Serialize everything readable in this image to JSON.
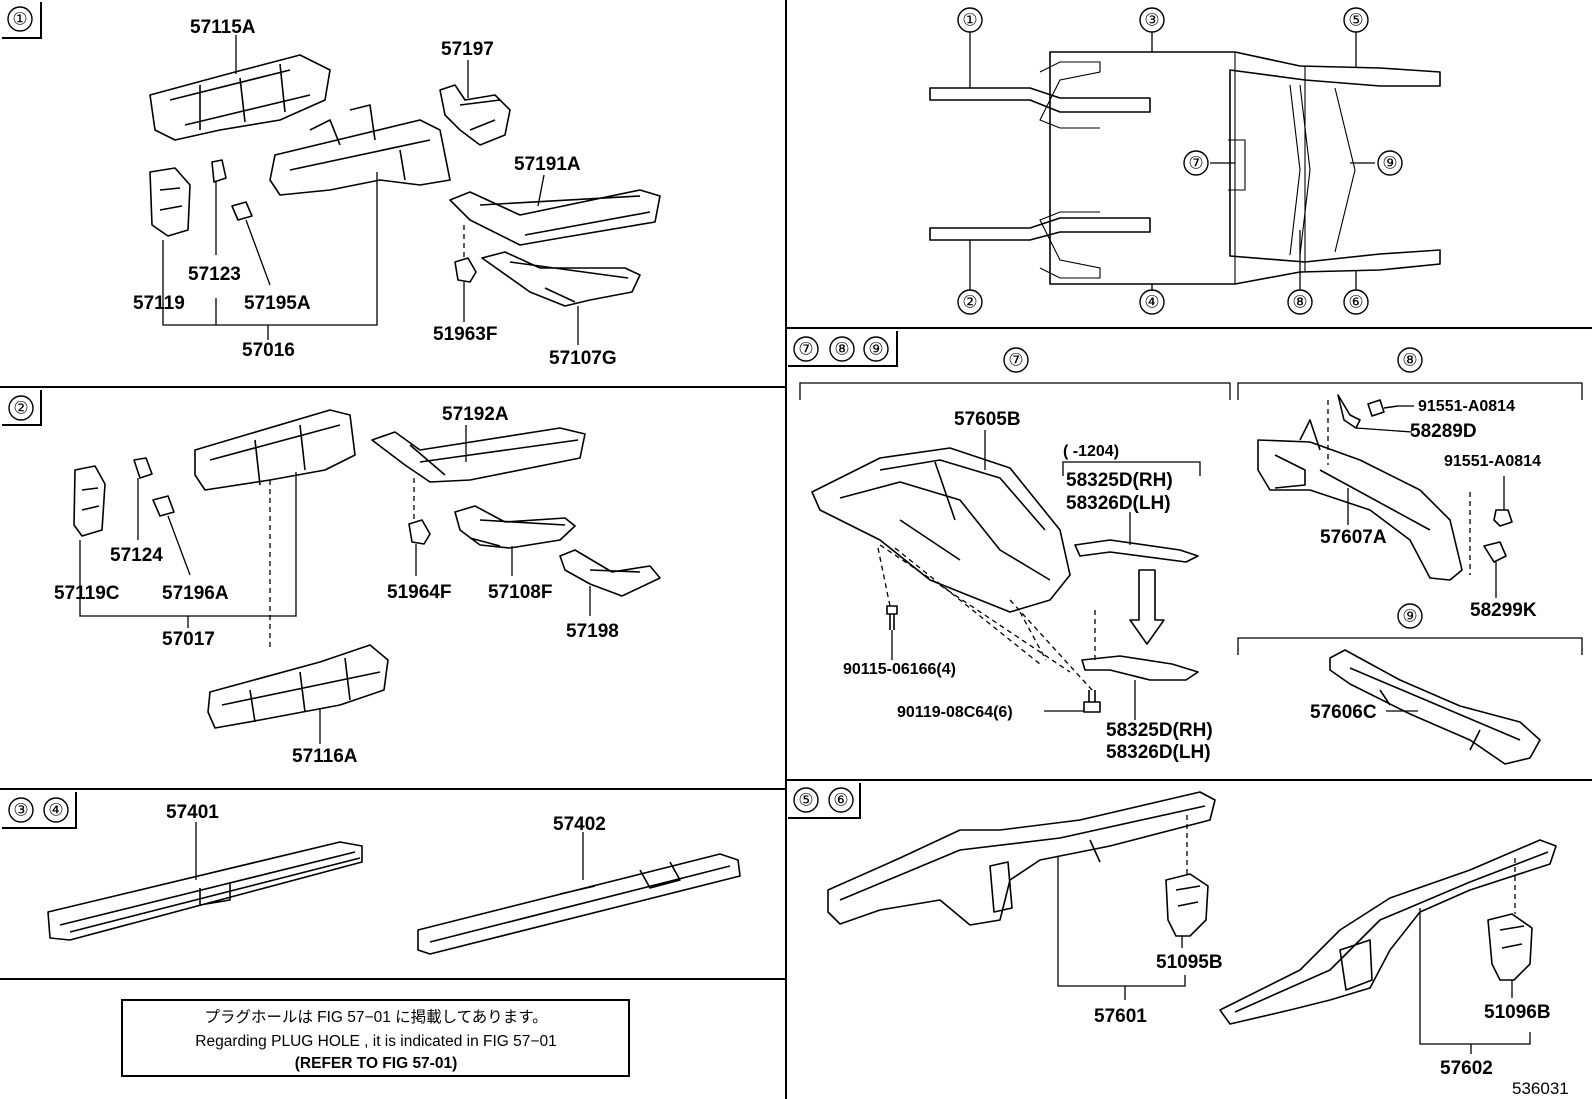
{
  "figure_number": "536031",
  "note": {
    "japanese": "プラグホールは FIG 57−01 に掲載してあります。",
    "english": "Regarding  PLUG  HOLE , it is indicated in FIG  57−01",
    "refer": "(REFER  TO  FIG 57-01)"
  },
  "panels": {
    "p1": {
      "index": "①",
      "parts": {
        "p57115A": "57115A",
        "p57197": "57197",
        "p57191A": "57191A",
        "p57123": "57123",
        "p57119": "57119",
        "p57195A": "57195A",
        "p57016": "57016",
        "p51963F": "51963F",
        "p57107G": "57107G"
      }
    },
    "p2": {
      "index": "②",
      "parts": {
        "p57192A": "57192A",
        "p57124": "57124",
        "p57119C": "57119C",
        "p57196A": "57196A",
        "p57017": "57017",
        "p51964F": "51964F",
        "p57108F": "57108F",
        "p57198": "57198",
        "p57116A": "57116A"
      }
    },
    "p34": {
      "index": [
        "③",
        "④"
      ],
      "parts": {
        "p57401": "57401",
        "p57402": "57402"
      }
    },
    "p789": {
      "index": [
        "⑦",
        "⑧",
        "⑨"
      ],
      "sections": [
        "⑦",
        "⑧",
        "⑨"
      ],
      "parts": {
        "p57605B": "57605B",
        "p58325D_a": "58325D(RH)",
        "p58326D_a": "58326D(LH)",
        "p58325D_b": "58325D(RH)",
        "p58326D_b": "58326D(LH)",
        "p90115": "90115-06166(4)",
        "p90119": "90119-08C64(6)",
        "p91551_a": "91551-A0814",
        "p91551_b": "91551-A0814",
        "p58289D": "58289D",
        "p57607A": "57607A",
        "p58299K": "58299K",
        "p57606C": "57606C"
      },
      "date_range": "(    -1204)"
    },
    "p56": {
      "index": [
        "⑤",
        "⑥"
      ],
      "parts": {
        "p51095B": "51095B",
        "p57601": "57601",
        "p51096B": "51096B",
        "p57602": "57602"
      }
    },
    "overview": {
      "callouts": [
        "①",
        "②",
        "③",
        "④",
        "⑤",
        "⑥",
        "⑦",
        "⑧",
        "⑨"
      ]
    }
  }
}
